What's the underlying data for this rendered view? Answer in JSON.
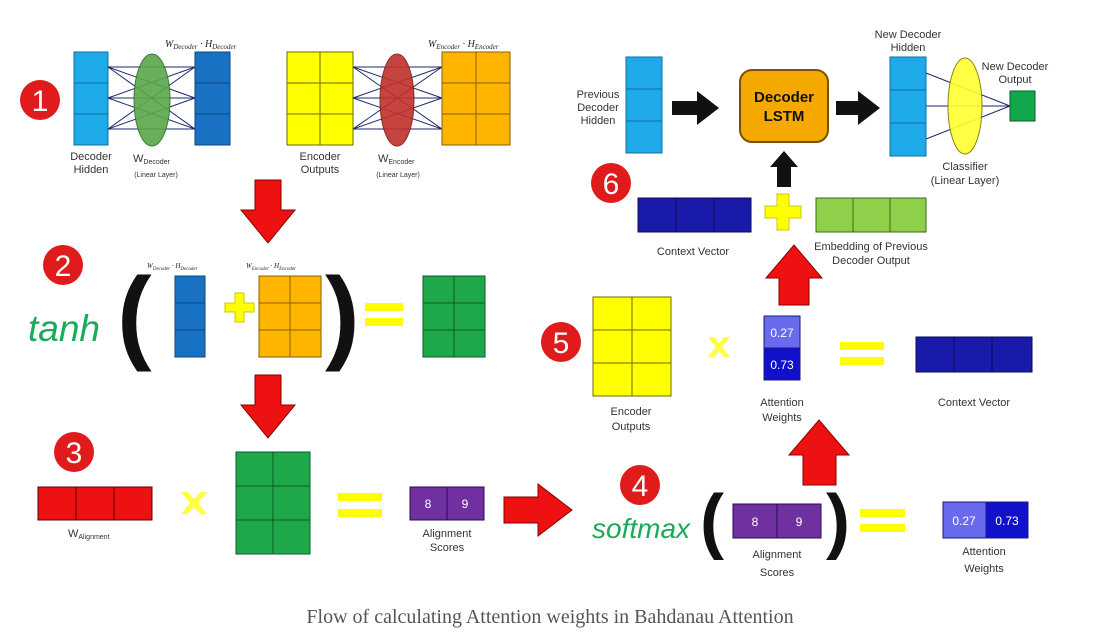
{
  "badges": [
    "1",
    "2",
    "3",
    "4",
    "5",
    "6"
  ],
  "step1": {
    "w_decoder_h_decoder": "W",
    "decoder_sub": "Decoder",
    "h_letter": "H",
    "decoder_hidden": [
      "Decoder",
      "Hidden"
    ],
    "w_decoder_label": "W",
    "linear_layer": "(Linear Layer)",
    "encoder_outputs": [
      "Encoder",
      "Outputs"
    ],
    "encoder_sub": "Encoder",
    "dot": "·"
  },
  "step2": {
    "func": "tanh"
  },
  "step3": {
    "w_alignment": "W",
    "alignment_sub": "Alignment",
    "scores": [
      "8",
      "9"
    ],
    "alignment_scores": [
      "Alignment",
      "Scores"
    ]
  },
  "step4": {
    "func": "softmax",
    "scores": [
      "8",
      "9"
    ],
    "alignment_scores": [
      "Alignment",
      "Scores"
    ],
    "weights": [
      "0.27",
      "0.73"
    ],
    "attention_weights": [
      "Attention",
      "Weights"
    ]
  },
  "step5": {
    "encoder_outputs": [
      "Encoder",
      "Outputs"
    ],
    "weights": [
      "0.27",
      "0.73"
    ],
    "attention_weights": [
      "Attention",
      "Weights"
    ],
    "context_vector": "Context Vector"
  },
  "step6": {
    "previous_decoder_hidden": [
      "Previous",
      "Decoder",
      "Hidden"
    ],
    "lstm": [
      "Decoder",
      "LSTM"
    ],
    "new_decoder_hidden": [
      "New Decoder",
      "Hidden"
    ],
    "new_decoder_output": [
      "New Decoder",
      "Output"
    ],
    "classifier": [
      "Classifier",
      "(Linear Layer)"
    ],
    "context_vector": "Context Vector",
    "embedding": [
      "Embedding of Previous",
      "Decoder Output"
    ]
  },
  "caption": "Flow of calculating Attention weights in Bahdanau Attention",
  "colors": {
    "badge": "#e01b1b",
    "blue_light": "#1ea9e8",
    "blue_mid": "#1871c2",
    "yellow": "#ffff00",
    "orange": "#ffb400",
    "green": "#1fa84a",
    "purple": "#7030a0",
    "navy": "#1a1aaa",
    "red_arrow": "#ee1111"
  }
}
